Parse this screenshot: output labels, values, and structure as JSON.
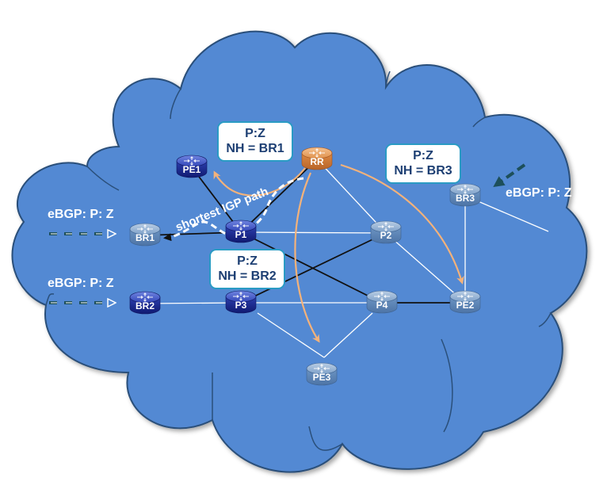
{
  "diagram": {
    "title": "BGP route reflection with next-hop selection",
    "cloud": {
      "fill": "#5289d3",
      "stroke": "#2b4f7a"
    },
    "colors": {
      "router_dark": "#1a2a8c",
      "router_light": "#5a84b8",
      "router_rr": "#d8813e",
      "link_black": "#111111",
      "link_white": "#ffffff",
      "rr_arrow": "#f4b27a",
      "ebgp_arrow_dark": "#1d4f5a",
      "callout_border": "#2a9bc4",
      "callout_text": "#1d3f73"
    },
    "routers": [
      {
        "id": "PE1",
        "label": "PE1",
        "style": "dark"
      },
      {
        "id": "RR",
        "label": "RR",
        "style": "rr"
      },
      {
        "id": "BR1",
        "label": "BR1",
        "style": "light"
      },
      {
        "id": "P1",
        "label": "P1",
        "style": "dark"
      },
      {
        "id": "P2",
        "label": "P2",
        "style": "light"
      },
      {
        "id": "BR3",
        "label": "BR3",
        "style": "light"
      },
      {
        "id": "BR2",
        "label": "BR2",
        "style": "dark"
      },
      {
        "id": "P3",
        "label": "P3",
        "style": "dark"
      },
      {
        "id": "P4",
        "label": "P4",
        "style": "light"
      },
      {
        "id": "PE2",
        "label": "PE2",
        "style": "light"
      },
      {
        "id": "PE3",
        "label": "PE3",
        "style": "light"
      }
    ],
    "links": [
      {
        "from": "PE1",
        "to": "P1",
        "color": "black"
      },
      {
        "from": "RR",
        "to": "P1",
        "color": "black"
      },
      {
        "from": "BR1",
        "to": "P1",
        "color": "black"
      },
      {
        "from": "P1",
        "to": "P4",
        "color": "black"
      },
      {
        "from": "P3",
        "to": "P2",
        "color": "black"
      },
      {
        "from": "P4",
        "to": "PE2",
        "color": "black"
      },
      {
        "from": "P1",
        "to": "P2",
        "color": "white"
      },
      {
        "from": "RR",
        "to": "P2",
        "color": "white"
      },
      {
        "from": "P2",
        "to": "PE2",
        "color": "white"
      },
      {
        "from": "BR3",
        "to": "PE2",
        "color": "white"
      },
      {
        "from": "BR2",
        "to": "P3",
        "color": "white"
      },
      {
        "from": "P3",
        "to": "P4",
        "color": "white"
      },
      {
        "from": "P3",
        "to": "PE3",
        "color": "white"
      },
      {
        "from": "P4",
        "to": "PE3",
        "color": "white"
      },
      {
        "from": "BR3",
        "to": "external",
        "color": "white"
      }
    ],
    "rr_advertisements": [
      {
        "from": "RR",
        "to": "PE1"
      },
      {
        "from": "RR",
        "to": "PE3"
      },
      {
        "from": "RR",
        "to": "PE2"
      }
    ],
    "callouts": [
      {
        "line1": "P:Z",
        "line2": "NH = BR1"
      },
      {
        "line1": "P:Z",
        "line2": "NH = BR2"
      },
      {
        "line1": "P:Z",
        "line2": "NH = BR3"
      }
    ],
    "ebgp_labels": [
      {
        "text": "eBGP: P: Z",
        "target": "BR1"
      },
      {
        "text": "eBGP: P: Z",
        "target": "BR2"
      },
      {
        "text": "eBGP: P: Z",
        "target": "BR3"
      }
    ],
    "igp_path_label": "shortest IGP path"
  }
}
